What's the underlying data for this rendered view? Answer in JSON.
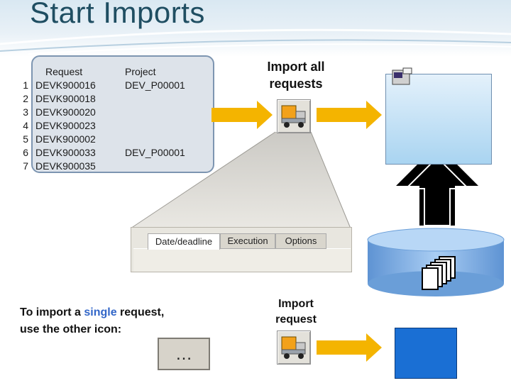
{
  "title": "Start Imports",
  "request_list": {
    "col_request": "Request",
    "col_project": "Project",
    "rows": [
      {
        "num": "1",
        "request": "DEVK900016",
        "project": "DEV_P00001"
      },
      {
        "num": "2",
        "request": "DEVK900018",
        "project": ""
      },
      {
        "num": "3",
        "request": "DEVK900020",
        "project": ""
      },
      {
        "num": "4",
        "request": "DEVK900023",
        "project": ""
      },
      {
        "num": "5",
        "request": "DEVK900002",
        "project": ""
      },
      {
        "num": "6",
        "request": "DEVK900033",
        "project": "DEV_P00001"
      },
      {
        "num": "7",
        "request": "DEVK900035",
        "project": ""
      }
    ]
  },
  "import_all": {
    "line1": "Import all",
    "line2": "requests"
  },
  "tabs": [
    "Date/deadline",
    "Execution",
    "Options"
  ],
  "note": {
    "prefix": "To import a ",
    "highlight": "single",
    "suffix": " request,",
    "line2": "use the other icon:"
  },
  "dots_button": "…",
  "import_one": {
    "line1": "Import",
    "line2": "request"
  },
  "colors": {
    "arrow": "#f4b400",
    "accent": "#3266c8",
    "db": "#7fb0e6"
  }
}
